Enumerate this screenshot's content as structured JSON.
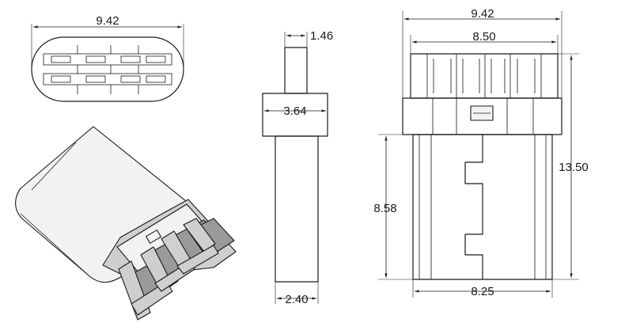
{
  "dimensions": {
    "top_width": "9.42",
    "side_top_width": "1.46",
    "side_mid_width": "3.64",
    "side_bottom_width": "2.40",
    "front_overall_width": "9.42",
    "front_cap_width": "8.50",
    "front_overall_height": "13.50",
    "front_body_height": "8.58",
    "front_body_width": "8.25"
  },
  "colors": {
    "line": "#1a1a1a",
    "shade": "#cfcfcf",
    "dark": "#9a9a9a"
  }
}
